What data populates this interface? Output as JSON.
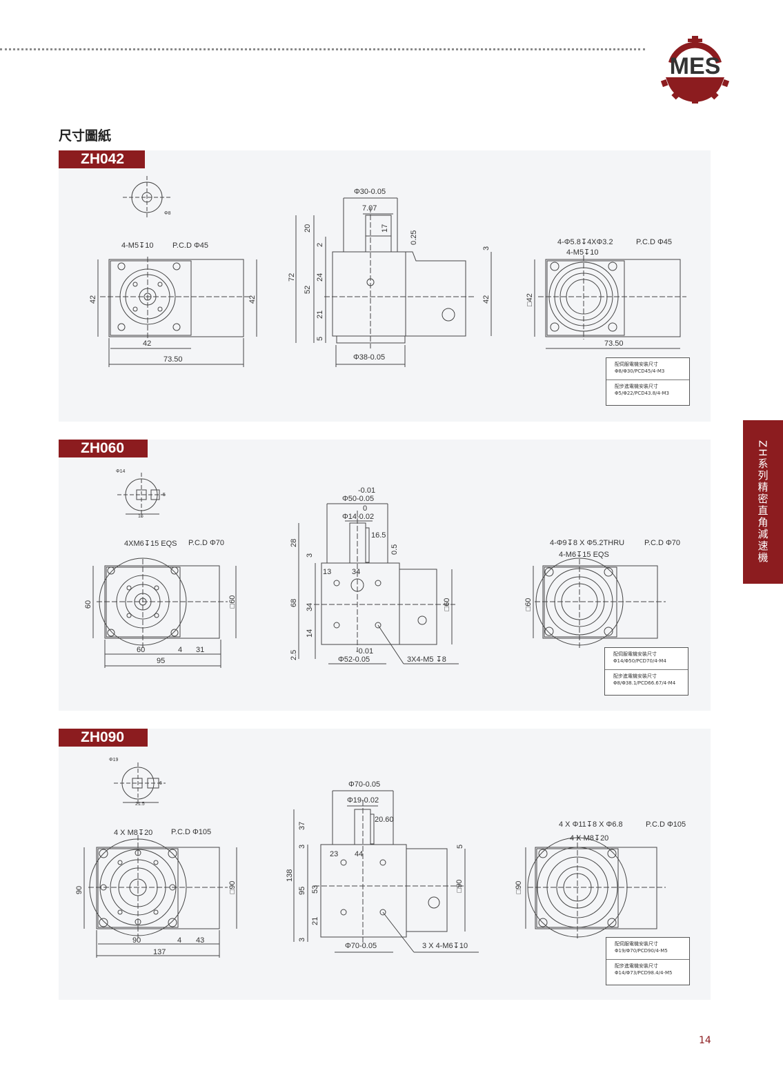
{
  "header": {
    "brand": "MES",
    "brand_color": "#8c1c1f",
    "section_title": "尺寸圖紙"
  },
  "side_tab": "ZH系列精密直角減速機",
  "page_number": "14",
  "models": [
    {
      "name": "ZH042",
      "shaft_labels": [
        "Φ8"
      ],
      "front_labels": [
        "4-M5↧10",
        "P.C.D Φ45",
        "42",
        "42",
        "42",
        "73.50"
      ],
      "side_labels": [
        "Φ30-0.05",
        "7.07",
        "20",
        "2",
        "17",
        "0.25",
        "3",
        "72",
        "52",
        "24",
        "21",
        "5",
        "42",
        "Φ38-0.05"
      ],
      "rear_labels": [
        "4-Φ5.8↧4XΦ3.2",
        "P.C.D Φ45",
        "4-M5↧10",
        "□42",
        "73.50"
      ],
      "spec": {
        "servo_title": "配伺服電機安裝尺寸",
        "servo_value": "Φ8/Φ30/PCD45/4-M3",
        "stepper_title": "配步進電機安裝尺寸",
        "stepper_value": "Φ5/Φ22/PCD43.8/4-M3"
      }
    },
    {
      "name": "ZH060",
      "shaft_labels": [
        "Φ14",
        "5",
        "16"
      ],
      "front_labels": [
        "4XM6↧15 EQS",
        "P.C.D Φ70",
        "60",
        "□60",
        "60",
        "4",
        "31",
        "95"
      ],
      "side_labels": [
        "-0.01",
        "Φ50-0.05",
        "0",
        "Φ14-0.02",
        "16.5",
        "28",
        "3",
        "0.5",
        "13",
        "34",
        "68",
        "34",
        "14",
        "2.5",
        "□60",
        "-0.01",
        "Φ52-0.05",
        "3X4-M5 ↧8"
      ],
      "rear_labels": [
        "4-Φ9↧8 X Φ5.2THRU",
        "P.C.D Φ70",
        "4-M6↧15 EQS",
        "□60"
      ],
      "spec": {
        "servo_title": "配伺服電機安裝尺寸",
        "servo_value": "Φ14/Φ50/PCD70/4-M4",
        "stepper_title": "配步進電機安裝尺寸",
        "stepper_value": "Φ8/Φ38.1/PCD66.67/4-M4"
      }
    },
    {
      "name": "ZH090",
      "shaft_labels": [
        "Φ19",
        "6",
        "21.5"
      ],
      "front_labels": [
        "4 X M8↧20",
        "P.C.D Φ105",
        "90",
        "□90",
        "90",
        "4",
        "43",
        "137"
      ],
      "side_labels": [
        "Φ70-0.05",
        "Φ19-0.02",
        "20.60",
        "37",
        "3",
        "5",
        "23",
        "44",
        "138",
        "95",
        "53",
        "21",
        "3",
        "□90",
        "Φ70-0.05",
        "3 X 4-M6↧10"
      ],
      "rear_labels": [
        "4 X Φ11↧8 X Φ6.8",
        "P.C.D Φ105",
        "4 X M8↧20",
        "□90"
      ],
      "spec": {
        "servo_title": "配伺服電機安裝尺寸",
        "servo_value": "Φ19/Φ70/PCD90/4-M5",
        "stepper_title": "配步進電機安裝尺寸",
        "stepper_value": "Φ14/Φ73/PCD98.4/4-M5"
      }
    }
  ]
}
